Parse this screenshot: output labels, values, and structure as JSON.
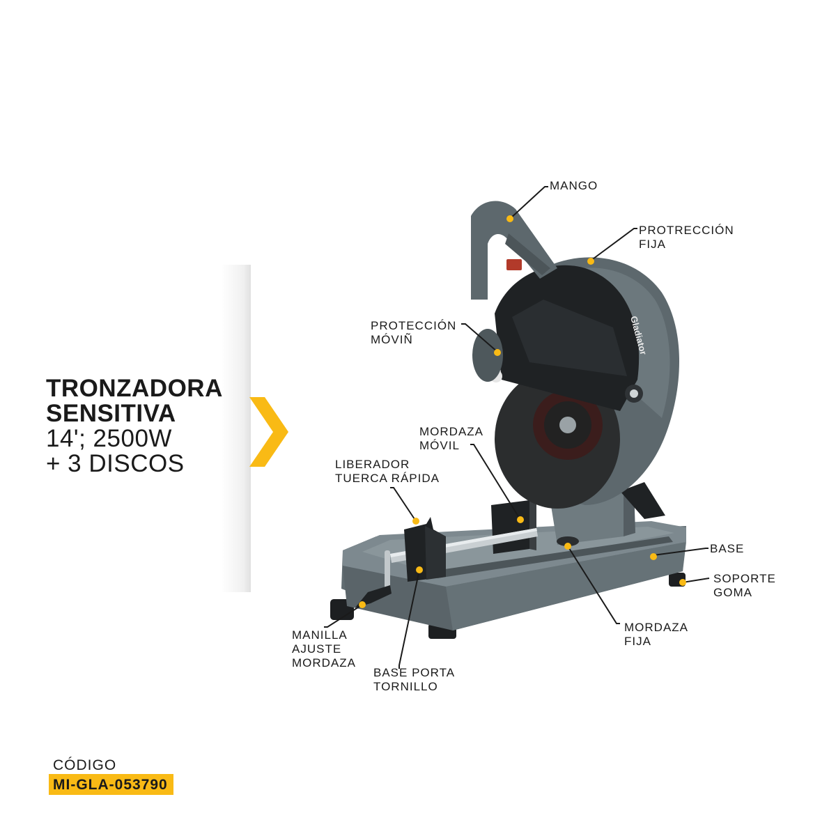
{
  "product": {
    "title_lines": [
      "TRONZADORA",
      "SENSITIVA"
    ],
    "spec_lines": [
      "14'; 2500W",
      "+ 3 DISCOS"
    ],
    "brand": "Gladiator"
  },
  "parts": [
    {
      "id": "mango",
      "lines": [
        "MANGO"
      ]
    },
    {
      "id": "proteccion_fija",
      "lines": [
        "PROTRECCIÓN",
        "FIJA"
      ]
    },
    {
      "id": "proteccion_movil",
      "lines": [
        "PROTECCIÓN",
        "MÓVIÑ"
      ]
    },
    {
      "id": "mordaza_movil",
      "lines": [
        "MORDAZA",
        "MÓVIL"
      ]
    },
    {
      "id": "liberador",
      "lines": [
        "LIBERADOR",
        "TUERCA RÁPIDA"
      ]
    },
    {
      "id": "base",
      "lines": [
        "BASE"
      ]
    },
    {
      "id": "soporte_goma",
      "lines": [
        "SOPORTE",
        "GOMA"
      ]
    },
    {
      "id": "mordaza_fija",
      "lines": [
        "MORDAZA",
        "FIJA"
      ]
    },
    {
      "id": "manilla",
      "lines": [
        "MANILLA",
        "AJUSTE",
        "MORDAZA"
      ]
    },
    {
      "id": "base_porta",
      "lines": [
        "BASE PORTA",
        "TORNILLO"
      ]
    }
  ],
  "code": {
    "title": "CÓDIGO",
    "value": "MI-GLA-053790"
  },
  "colors": {
    "accent": "#f9ba15",
    "body_gray": "#5f6a70",
    "guard_black": "#1f2224"
  }
}
